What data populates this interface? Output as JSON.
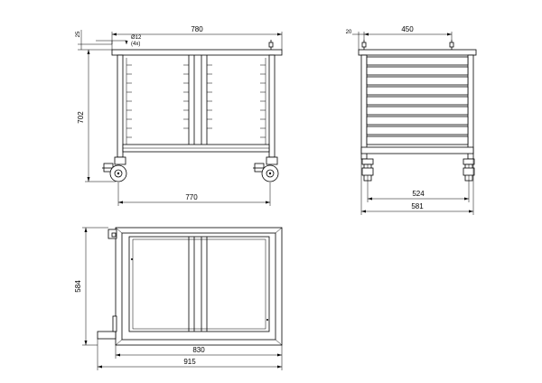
{
  "dimensions": {
    "front_top_width": "780",
    "front_top_offset": "25",
    "front_diameter": "Ø12",
    "front_diameter_note": "(4x)",
    "front_height": "702",
    "front_bottom_width": "770",
    "side_offset": "20",
    "side_top_width": "450",
    "side_inner_width": "524",
    "side_total_width": "581",
    "top_depth": "584",
    "top_inner_width": "830",
    "top_total_width": "915"
  }
}
